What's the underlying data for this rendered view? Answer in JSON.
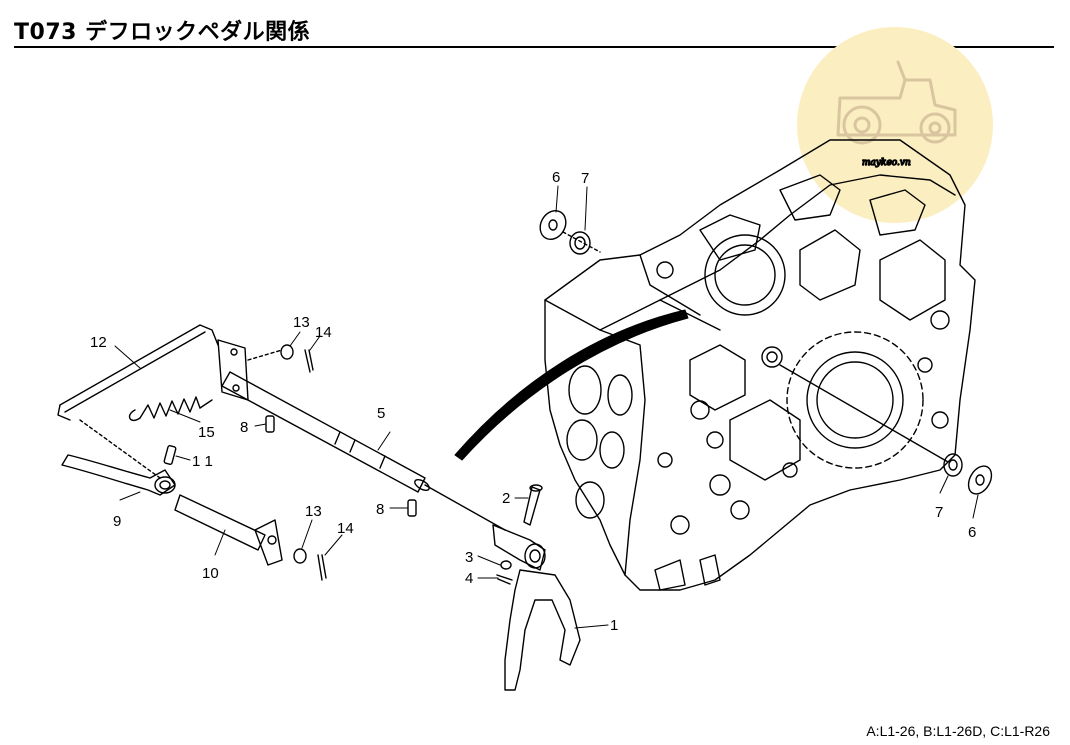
{
  "title": "T073 デフロックペダル関係",
  "footer": "A:L1-26, B:L1-26D, C:L1-R26",
  "watermark": {
    "text": "maykeo.vn",
    "badge_color": "#fbeec0",
    "icon": "tractor-icon"
  },
  "labels": {
    "p1": "1",
    "p2": "2",
    "p3": "3",
    "p4": "4",
    "p5": "5",
    "p6a": "6",
    "p6b": "6",
    "p7a": "7",
    "p7b": "7",
    "p8a": "8",
    "p8b": "8",
    "p9": "9",
    "p10": "10",
    "p11": "1 1",
    "p12": "12",
    "p13a": "13",
    "p13b": "13",
    "p14a": "14",
    "p14b": "14",
    "p15": "15"
  }
}
